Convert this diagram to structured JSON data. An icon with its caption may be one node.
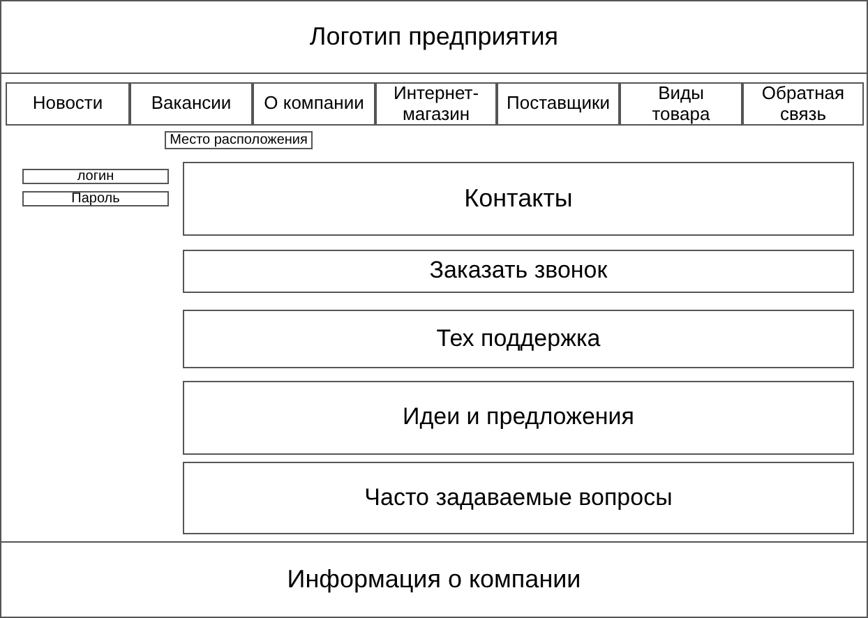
{
  "diagram": {
    "nodes": [
      {
        "text": [
          "Логотип предприятия"
        ]
      },
      {
        "text": [
          "Новости"
        ]
      },
      {
        "text": [
          "Вакансии"
        ]
      },
      {
        "text": [
          "О компании"
        ]
      },
      {
        "text": [
          "Интернет-магазин"
        ]
      },
      {
        "text": [
          "Поставщики"
        ]
      },
      {
        "text": [
          "Виды товара"
        ]
      },
      {
        "text": [
          "Обратная связь"
        ]
      },
      {
        "text": [
          "Место расположения"
        ]
      },
      {
        "text": [
          "логин"
        ]
      },
      {
        "text": [
          "Пароль"
        ]
      },
      {
        "text": [
          "Контакты"
        ]
      },
      {
        "text": [
          "Заказать звонок"
        ]
      },
      {
        "text": [
          "Тех поддержка"
        ]
      },
      {
        "text": [
          "Идеи и предложения"
        ]
      },
      {
        "text": [
          "Часто задаваемые вопросы"
        ]
      },
      {
        "text": [
          "Информация о компании"
        ]
      }
    ],
    "edges": []
  }
}
